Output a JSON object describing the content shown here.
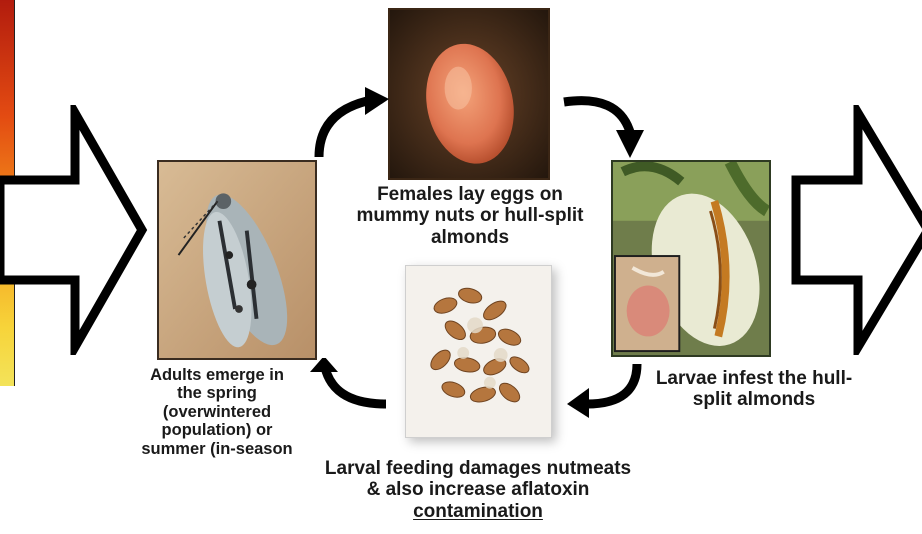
{
  "captions": {
    "adults": "Adults emerge in the spring (overwintered population) or summer (in-season",
    "eggs": "Females lay eggs on mummy nuts or hull-split almonds",
    "larvae": "Larvae infest the hull-split almonds",
    "damage_line1": "Larval feeding damages nutmeats",
    "damage_line2": "& also increase aflatoxin",
    "damage_line3_pre": "",
    "damage_line3_underlined_a": "contamination",
    "damage_line3_post": ""
  },
  "photos": {
    "moth": "navel orangeworm adult moth",
    "egg": "moth egg",
    "almond": "hull-split almond on tree",
    "damaged_nuts": "damaged almond nutmeats"
  },
  "icons": {
    "left_arrow": "block-arrow-right-icon",
    "right_arrow": "block-arrow-right-icon",
    "cycle_arrows": "curved-arrow-icon"
  },
  "colors": {
    "text": "#1a1a1a",
    "arrow_fill": "#ffffff",
    "arrow_stroke": "#000000"
  }
}
